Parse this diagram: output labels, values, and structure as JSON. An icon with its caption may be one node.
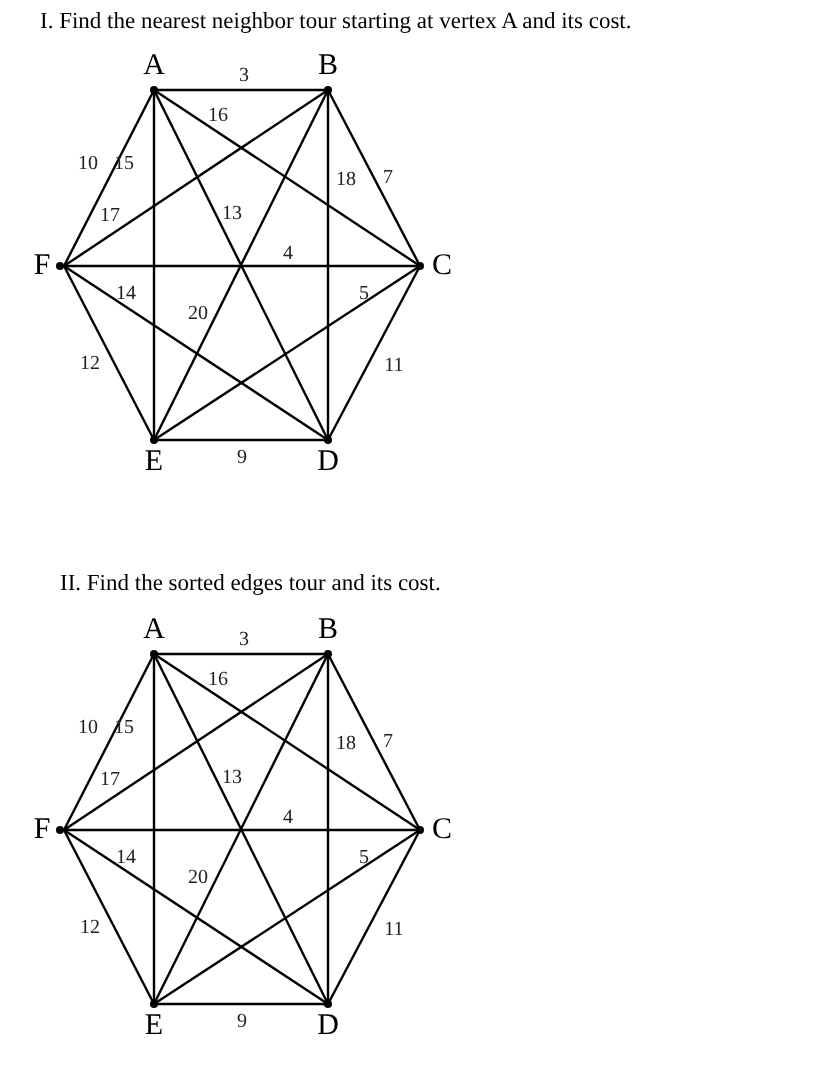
{
  "diagram": {
    "nodes": [
      {
        "text": [
          "A"
        ]
      },
      {
        "text": [
          "B"
        ]
      },
      {
        "text": [
          "C"
        ]
      },
      {
        "text": [
          "D"
        ]
      },
      {
        "text": [
          "E"
        ]
      },
      {
        "text": [
          "F"
        ]
      },
      {
        "text": [
          "A"
        ]
      },
      {
        "text": [
          "B"
        ]
      },
      {
        "text": [
          "C"
        ]
      },
      {
        "text": [
          "D"
        ]
      },
      {
        "text": [
          "E"
        ]
      },
      {
        "text": [
          "F"
        ]
      }
    ],
    "edges": [
      {
        "from": 0,
        "to": 1,
        "arrow": "none",
        "label": "3"
      },
      {
        "from": 0,
        "to": 2,
        "arrow": "none",
        "label": "16"
      },
      {
        "from": 0,
        "to": 3,
        "arrow": "none",
        "label": "13"
      },
      {
        "from": 0,
        "to": 4,
        "arrow": "none",
        "label": "15"
      },
      {
        "from": 0,
        "to": 5,
        "arrow": "none",
        "label": "10"
      },
      {
        "from": 1,
        "to": 2,
        "arrow": "none",
        "label": "7"
      },
      {
        "from": 1,
        "to": 3,
        "arrow": "none",
        "label": "18"
      },
      {
        "from": 1,
        "to": 4,
        "arrow": "none",
        "label": "20"
      },
      {
        "from": 1,
        "to": 5,
        "arrow": "none",
        "label": "17"
      },
      {
        "from": 2,
        "to": 3,
        "arrow": "none",
        "label": "11"
      },
      {
        "from": 2,
        "to": 4,
        "arrow": "none",
        "label": "5"
      },
      {
        "from": 2,
        "to": 5,
        "arrow": "none",
        "label": "4"
      },
      {
        "from": 3,
        "to": 4,
        "arrow": "none",
        "label": "9"
      },
      {
        "from": 3,
        "to": 5,
        "arrow": "none",
        "label": "14"
      },
      {
        "from": 4,
        "to": 5,
        "arrow": "none",
        "label": "12"
      },
      {
        "from": 6,
        "to": 7,
        "arrow": "none",
        "label": "3"
      },
      {
        "from": 6,
        "to": 8,
        "arrow": "none",
        "label": "16"
      },
      {
        "from": 6,
        "to": 9,
        "arrow": "none",
        "label": "13"
      },
      {
        "from": 6,
        "to": 10,
        "arrow": "none",
        "label": "15"
      },
      {
        "from": 6,
        "to": 11,
        "arrow": "none",
        "label": "10"
      },
      {
        "from": 7,
        "to": 8,
        "arrow": "none",
        "label": "7"
      },
      {
        "from": 7,
        "to": 9,
        "arrow": "none",
        "label": "18"
      },
      {
        "from": 7,
        "to": 10,
        "arrow": "none",
        "label": "20"
      },
      {
        "from": 7,
        "to": 11,
        "arrow": "none",
        "label": "17"
      },
      {
        "from": 8,
        "to": 9,
        "arrow": "none",
        "label": "11"
      },
      {
        "from": 8,
        "to": 10,
        "arrow": "none",
        "label": "5"
      },
      {
        "from": 8,
        "to": 11,
        "arrow": "none",
        "label": "4"
      },
      {
        "from": 9,
        "to": 10,
        "arrow": "none",
        "label": "9"
      },
      {
        "from": 9,
        "to": 11,
        "arrow": "none",
        "label": "14"
      },
      {
        "from": 10,
        "to": 11,
        "arrow": "none",
        "label": "12"
      }
    ],
    "labels": [
      "I. Find the nearest neighbor tour starting at vertex A and its cost.",
      "II. Find the sorted edges tour and its cost."
    ]
  }
}
